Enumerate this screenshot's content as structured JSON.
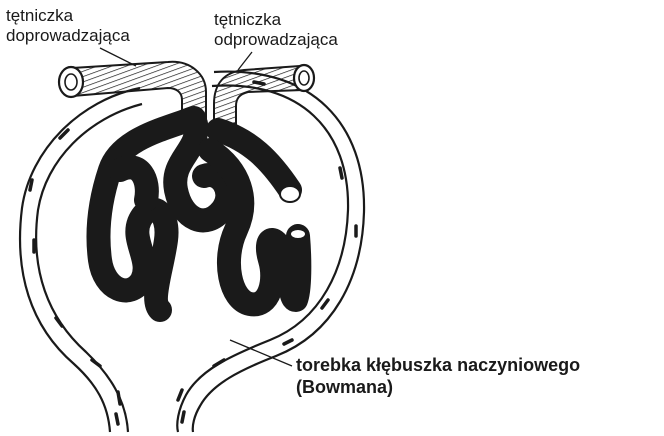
{
  "labels": {
    "afferent_line1": "tętniczka",
    "afferent_line2": "doprowadzająca",
    "efferent_line1": "tętniczka",
    "efferent_line2": "odprowadzająca",
    "capsule_line1": "torebka kłębuszka naczyniowego",
    "capsule_line2": "(Bowmana)"
  },
  "colors": {
    "ink": "#1a1a1a",
    "background": "#ffffff"
  }
}
